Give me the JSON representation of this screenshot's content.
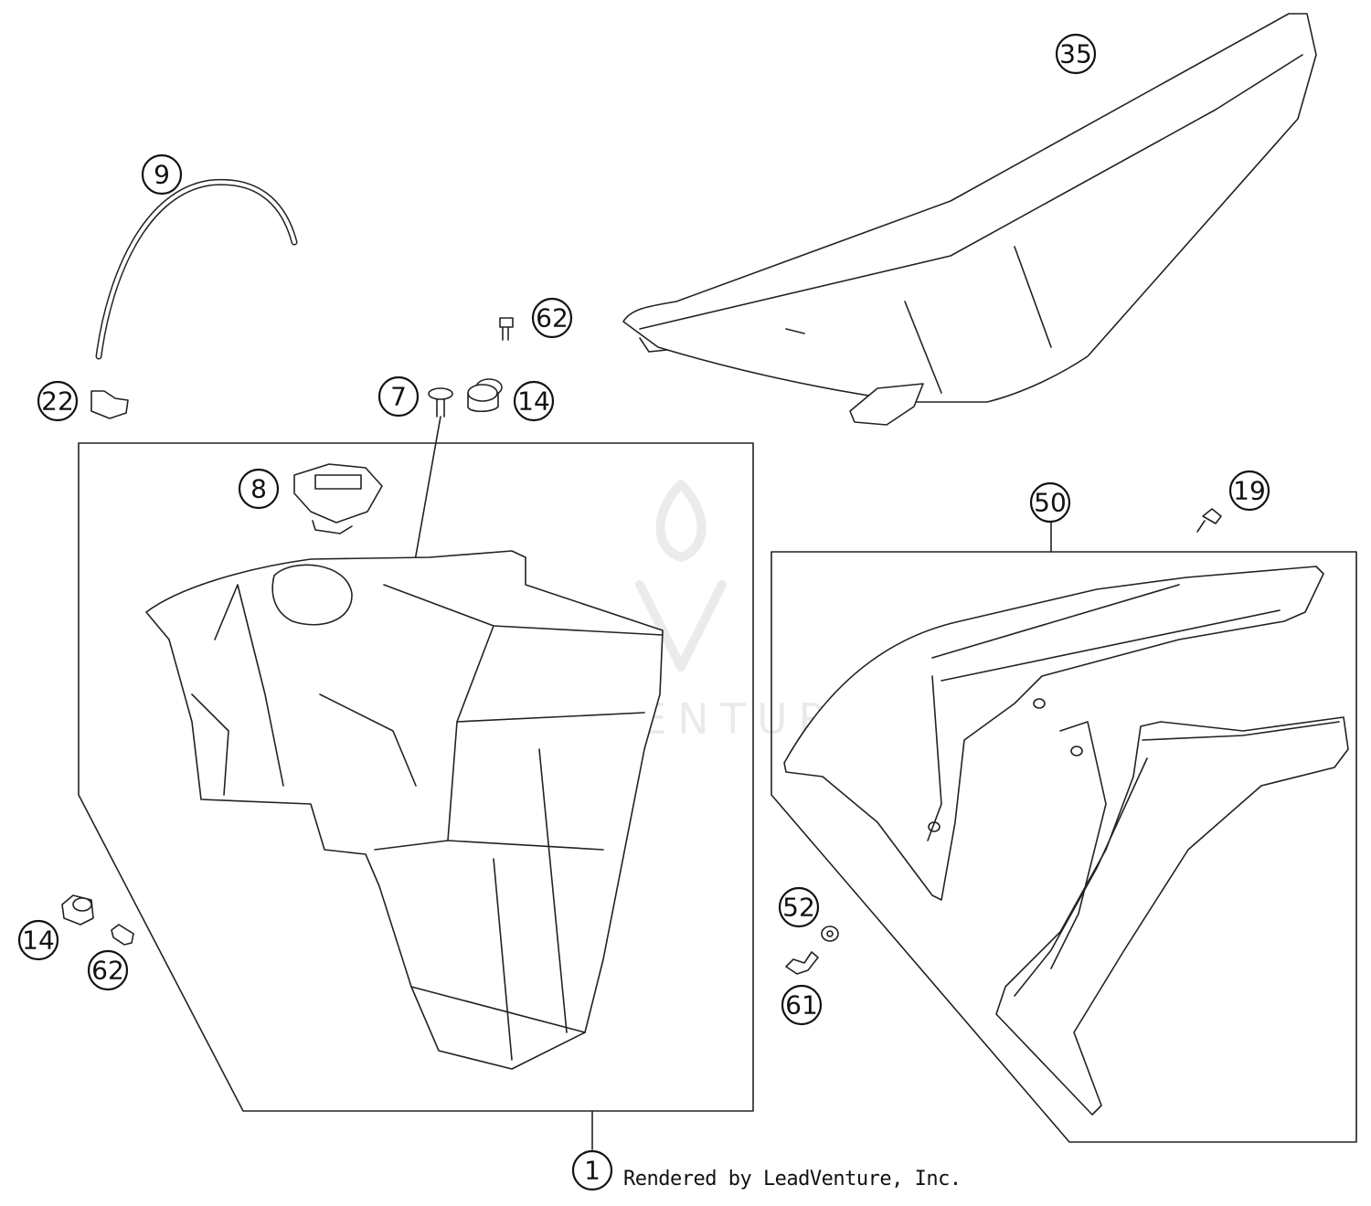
{
  "callouts": {
    "c35": "35",
    "c9": "9",
    "c62a": "62",
    "c22": "22",
    "c7": "7",
    "c14a": "14",
    "c8": "8",
    "c50": "50",
    "c19": "19",
    "c14b": "14",
    "c62b": "62",
    "c52": "52",
    "c61": "61",
    "c1": "1"
  },
  "credit": "Rendered by LeadVenture, Inc.",
  "watermark": "LEADVENTURE"
}
